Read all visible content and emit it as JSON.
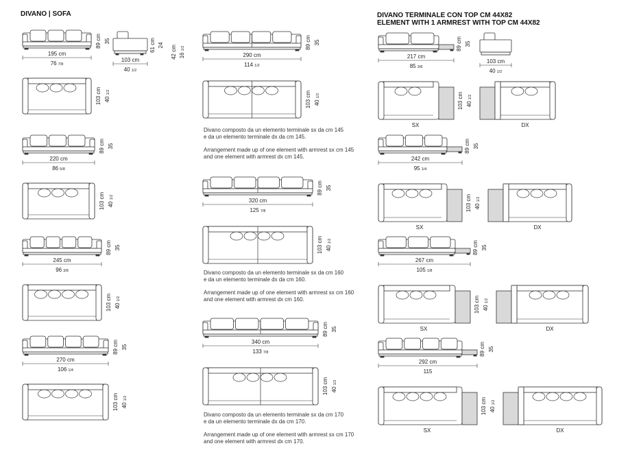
{
  "titles": {
    "left": "DIVANO  |  SOFA",
    "right_line1": "DIVANO TERMINALE CON TOP CM 44X82",
    "right_line2": "ELEMENT WITH 1 ARMREST WITH TOP CM 44X82"
  },
  "side_view": {
    "h1": "89 cm",
    "h2": "35",
    "h3": "61 cm",
    "h4": "24",
    "h5": "42 cm",
    "h6": "16",
    "h6_frac": "1/2",
    "depth": "103 cm",
    "depth2": "40",
    "depth2_frac": "1/2"
  },
  "common": {
    "height": "89 cm",
    "seat": "35",
    "depth": "103 cm",
    "depth_in": "40",
    "depth_in_frac": "1/2"
  },
  "left_column": [
    {
      "width": "195 cm",
      "width_in": "76",
      "width_in_frac": "7/8"
    },
    {
      "width": "220 cm",
      "width_in": "86",
      "width_in_frac": "5/8"
    },
    {
      "width": "245 cm",
      "width_in": "96",
      "width_in_frac": "3/8"
    },
    {
      "width": "270 cm",
      "width_in": "106",
      "width_in_frac": "1/4"
    }
  ],
  "middle_column": [
    {
      "width": "290 cm",
      "width_in": "114",
      "width_in_frac": "1/2",
      "it1": "Divano composto da un elemento terminale sx da cm 145",
      "it2": "e da un elemento terminale dx da cm 145.",
      "en1": "Arrangement made up of one element with armrest sx cm 145",
      "en2": "and one element with armrest dx cm 145."
    },
    {
      "width": "320 cm",
      "width_in": "125",
      "width_in_frac": "7/8",
      "it1": "Divano composto da un elemento terminale sx da cm 160",
      "it2": "e da un elemento terminale dx da cm 160.",
      "en1": "Arrangement made up of one element with armrest sx cm 160",
      "en2": "and one element with armrest dx cm 160."
    },
    {
      "width": "340 cm",
      "width_in": "133",
      "width_in_frac": "7/8",
      "it1": "Divano composto da un elemento terminale sx da cm 170",
      "it2": "e da un elemento terminale dx da cm 170.",
      "en1": "Arrangement made up of one element with armrest sx cm 170",
      "en2": "and one element with armrest dx cm 170."
    }
  ],
  "right_column": [
    {
      "width": "217 cm",
      "width_in": "85",
      "width_in_frac": "3/8"
    },
    {
      "width": "242 cm",
      "width_in": "95",
      "width_in_frac": "1/4"
    },
    {
      "width": "267 cm",
      "width_in": "105",
      "width_in_frac": "1/8"
    },
    {
      "width": "292 cm",
      "width_in": "115",
      "width_in_frac": ""
    }
  ],
  "labels": {
    "sx": "SX",
    "dx": "DX"
  },
  "colors": {
    "line": "#333333",
    "fill": "#ffffff",
    "top": "#d9d9d9",
    "bg": "#ffffff"
  }
}
